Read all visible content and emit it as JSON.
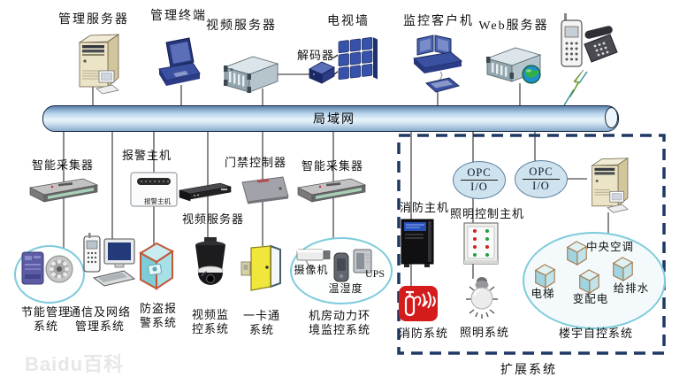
{
  "watermark": "Baidu百科",
  "lan": {
    "label": "局域网"
  },
  "top": {
    "mgmt_server": {
      "label": "管理服务器"
    },
    "mgmt_terminal": {
      "label": "管理终端"
    },
    "video_server": {
      "label": "视频服务器"
    },
    "decoder": {
      "label": "解码器"
    },
    "tv_wall": {
      "label": "电视墙"
    },
    "monitor_client": {
      "label": "监控客户机"
    },
    "web_server": {
      "label": "Web服务器"
    }
  },
  "middle": {
    "collector_left": {
      "label": "智能采集器"
    },
    "alarm_host": {
      "label": "报警主机",
      "panel_text": "报警主机"
    },
    "video_server_dvr": {
      "label": "视频服务器"
    },
    "door_controller": {
      "label": "门禁控制器"
    },
    "collector_right": {
      "label": "智能采集器"
    }
  },
  "systems": {
    "energy": {
      "line1": "节能管理",
      "line2": "系统"
    },
    "network": {
      "line1": "通信及网络",
      "line2": "管理系统"
    },
    "burglar": {
      "line1": "防盗报",
      "line2": "警系统"
    },
    "cctv": {
      "line1": "视频监",
      "line2": "控系统"
    },
    "onecard": {
      "line1": "一卡通",
      "line2": "系统"
    },
    "machine_room": {
      "line1": "机房动力环",
      "line2": "境监控系统",
      "camera": "摄像机",
      "temp_humidity": "温湿度",
      "ups": "UPS"
    }
  },
  "extension": {
    "box_label": "扩展系统",
    "fire_host": {
      "label": "消防主机"
    },
    "fire_system": {
      "label": "消防系统"
    },
    "lighting_host": {
      "label": "照明控制主机"
    },
    "lighting_system": {
      "label": "照明系统"
    },
    "opc1": {
      "top": "OPC",
      "bottom": "I/O"
    },
    "opc2": {
      "top": "OPC",
      "bottom": "I/O"
    },
    "bas": {
      "label": "楼宇自控系统",
      "hvac": "中央空调",
      "elevator": "电梯",
      "power": "变配电",
      "water": "给排水"
    }
  }
}
